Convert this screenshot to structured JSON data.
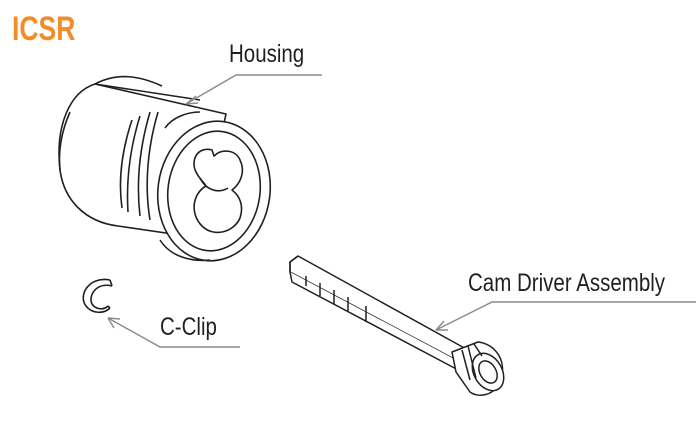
{
  "title": "ICSR",
  "labels": {
    "housing": "Housing",
    "cam_driver": "Cam Driver Assembly",
    "c_clip": "C-Clip"
  },
  "colors": {
    "title": "#f28c28",
    "line": "#231f20",
    "leader": "#8a8a8a"
  }
}
